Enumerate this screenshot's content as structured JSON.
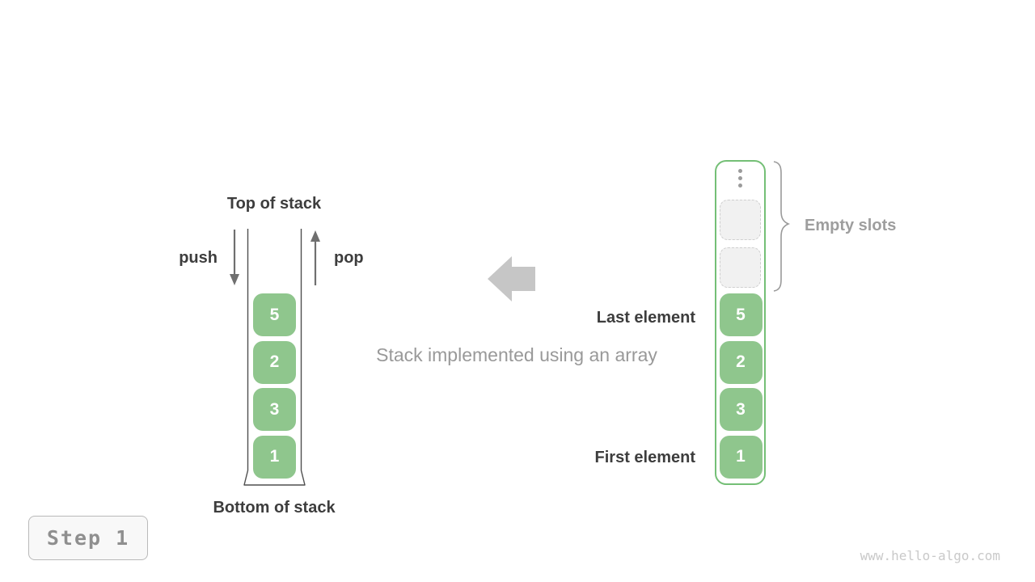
{
  "page": {
    "step_badge": "Step 1",
    "watermark": "www.hello-algo.com"
  },
  "caption": {
    "text": "Stack implemented using an array"
  },
  "stack_diagram": {
    "top_label": "Top of stack",
    "bottom_label": "Bottom of stack",
    "push_label": "push",
    "pop_label": "pop",
    "values_top_to_bottom": [
      "5",
      "2",
      "3",
      "1"
    ]
  },
  "array_diagram": {
    "empty_slots_label": "Empty slots",
    "empty_slots_count": 2,
    "last_element_label": "Last element",
    "first_element_label": "First element",
    "values_top_to_bottom": [
      "5",
      "2",
      "3",
      "1"
    ]
  },
  "icons": {
    "push_arrow": "down-arrow",
    "pop_arrow": "up-arrow",
    "transition_arrow": "left-block-arrow",
    "ellipsis": "vertical-ellipsis",
    "brace": "right-curly-brace"
  },
  "colors": {
    "box_green": "#8fc68d",
    "container_border_green": "#74bf76",
    "dark_text": "#3d3d3d",
    "gray_text": "#9e9e9e",
    "caption_gray": "#999999",
    "arrow_gray": "#6f6f6f",
    "block_arrow_gray": "#c6c6c6",
    "container_stroke": "#4f4f4f",
    "empty_slot_fill": "#f1f1f1",
    "empty_slot_border": "#cfcfcf",
    "badge_text": "#8f8f8f",
    "badge_border": "#b9b9b9",
    "watermark_gray": "#c9c9c9"
  }
}
